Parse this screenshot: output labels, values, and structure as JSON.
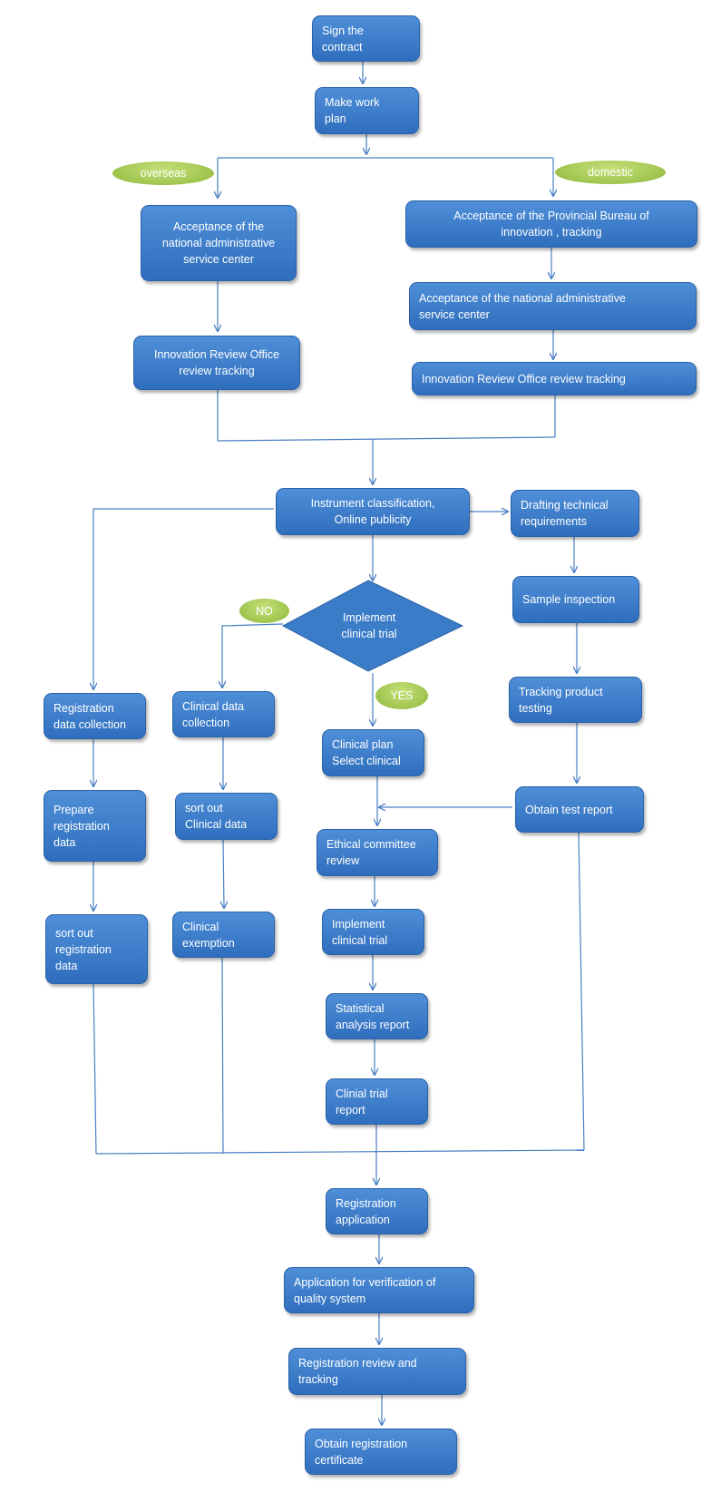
{
  "nodes": {
    "sign_contract": "Sign the\ncontract",
    "make_plan": "Make work\nplan",
    "ov_acceptance": "Acceptance of the\nnational administrative\nservice center",
    "ov_review": "Innovation Review Office\nreview tracking",
    "dom_provincial": "Acceptance of  the Provincial Bureau of\ninnovation , tracking",
    "dom_acceptance": "Acceptance of the national administrative\nservice center",
    "dom_review": "Innovation Review Office review tracking",
    "classification": "Instrument classification,\nOnline publicity",
    "drafting": "Drafting technical\nrequirements",
    "sample": "Sample inspection",
    "tracking_testing": "Tracking product\ntesting",
    "test_report": "Obtain test report",
    "implement_diamond": "Implement\nclinical trial",
    "reg_collection": "Registration\ndata collection",
    "prepare_reg": "Prepare\nregistration\ndata",
    "sort_reg": "sort out\nregistration\ndata",
    "clinical_collection": "Clinical data\ncollection",
    "sort_clinical": "sort out\nClinical data",
    "clinical_exemption": "Clinical\nexemption",
    "clinical_plan": "Clinical plan\nSelect clinical",
    "ethical": "Ethical committee\nreview",
    "implement_trial": "Implement\nclinical trial",
    "statistical": "Statistical\nanalysis report",
    "clinial_report": "Clinial trial\nreport",
    "reg_application": "Registration\napplication",
    "verification": "Application for verification of\nquality system",
    "reg_review": "Registration review and\ntracking",
    "obtain_cert": "Obtain registration\ncertificate"
  },
  "labels": {
    "overseas": "overseas",
    "domestic": "domestic",
    "no": "NO",
    "yes": "YES"
  },
  "colors": {
    "box_fill": "#3b7cc9",
    "label_fill": "#a6cc50",
    "connector": "#4a7fc4"
  }
}
